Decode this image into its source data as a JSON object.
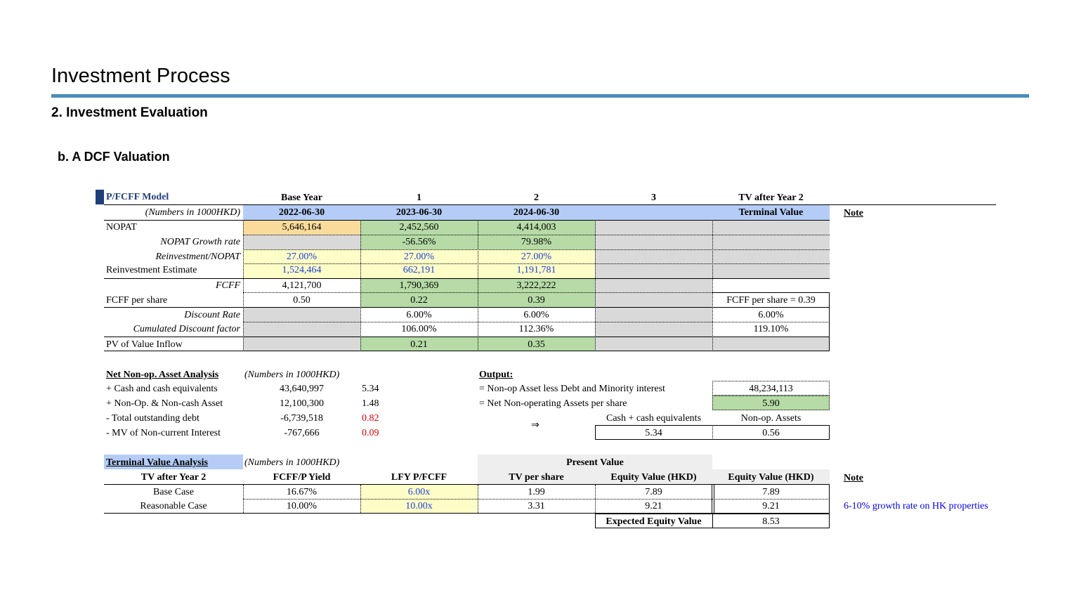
{
  "page": {
    "title": "Investment Process",
    "section": "2. Investment Evaluation",
    "subsection": "b. A DCF Valuation"
  },
  "colors": {
    "accent_rule": "#4a8cbd",
    "header_blue": "#b5cdf6",
    "orange": "#fbdb9b",
    "green": "#b6dba6",
    "yellow": "#fdfdc8",
    "gray": "#d9d9d9",
    "input_blue": "#1f3fd6",
    "negative_red": "#e00000"
  },
  "model": {
    "title": "P/FCFF Model",
    "units": "(Numbers in 1000HKD)",
    "col_headers": [
      "Base Year",
      "1",
      "2",
      "3",
      "TV after Year 2"
    ],
    "dates": [
      "2022-06-30",
      "2023-06-30",
      "2024-06-30",
      "",
      "Terminal Value"
    ],
    "note_header": "Note",
    "rows": {
      "nopat": {
        "label": "NOPAT",
        "values": [
          "5,646,164",
          "2,452,560",
          "4,414,003"
        ]
      },
      "growth": {
        "label": "NOPAT Growth rate",
        "values": [
          "",
          "-56.56%",
          "79.98%"
        ]
      },
      "reinv_ratio": {
        "label": "Reinvestment/NOPAT",
        "values": [
          "27.00%",
          "27.00%",
          "27.00%"
        ]
      },
      "reinv_est": {
        "label": "Reinvestment Estimate",
        "values": [
          "1,524,464",
          "662,191",
          "1,191,781"
        ]
      },
      "fcff": {
        "label": "FCFF",
        "values": [
          "4,121,700",
          "1,790,369",
          "3,222,222"
        ]
      },
      "fcff_ps": {
        "label": "FCFF per share",
        "values": [
          "0.50",
          "0.22",
          "0.39"
        ],
        "tv": "FCFF per share = 0.39"
      },
      "discount": {
        "label": "Discount Rate",
        "values": [
          "",
          "6.00%",
          "6.00%"
        ],
        "tv": "6.00%"
      },
      "cum_discount": {
        "label": "Cumulated Discount factor",
        "values": [
          "",
          "106.00%",
          "112.36%"
        ],
        "tv": "119.10%"
      },
      "pv": {
        "label": "PV of Value Inflow",
        "values": [
          "",
          "0.21",
          "0.35"
        ]
      }
    }
  },
  "nonop": {
    "title": "Net Non-op. Asset Analysis",
    "units": "(Numbers in 1000HKD)",
    "rows": [
      {
        "label": "+ Cash and cash equivalents",
        "value": "43,640,997",
        "per_share": "5.34"
      },
      {
        "label": "+ Non-Op. & Non-cash Asset",
        "value": "12,100,300",
        "per_share": "1.48"
      },
      {
        "label": "- Total outstanding debt",
        "value": "-6,739,518",
        "per_share": "0.82"
      },
      {
        "label": "- MV of Non-current Interest",
        "value": "-767,666",
        "per_share": "0.09"
      }
    ]
  },
  "output": {
    "title": "Output:",
    "line1_label": "= Non-op Asset less Debt and Minority interest",
    "line1_value": "48,234,113",
    "line2_label": "= Net Non-operating Assets per share",
    "line2_value": "5.90",
    "arrow": "⇒",
    "split_headers": [
      "Cash + cash equivalents",
      "Non-op. Assets"
    ],
    "split_values": [
      "5.34",
      "0.56"
    ]
  },
  "terminal": {
    "title": "Terminal Value Analysis",
    "units": "(Numbers in 1000HKD)",
    "present_value_header": "Present Value",
    "headers": [
      "TV after Year 2",
      "FCFF/P Yield",
      "LFY P/FCFF",
      "TV per share",
      "Equity Value (HKD)",
      "Equity Value (HKD)",
      "Note"
    ],
    "rows": [
      {
        "case": "Base Case",
        "yield": "16.67%",
        "multiple": "6.00x",
        "tv_ps": "1.99",
        "pv_equity": "7.89",
        "equity": "7.89",
        "note": ""
      },
      {
        "case": "Reasonable Case",
        "yield": "10.00%",
        "multiple": "10.00x",
        "tv_ps": "3.31",
        "pv_equity": "9.21",
        "equity": "9.21",
        "note": "6-10% growth rate on HK properties"
      }
    ],
    "expected_label": "Expected Equity Value",
    "expected_value": "8.53"
  }
}
